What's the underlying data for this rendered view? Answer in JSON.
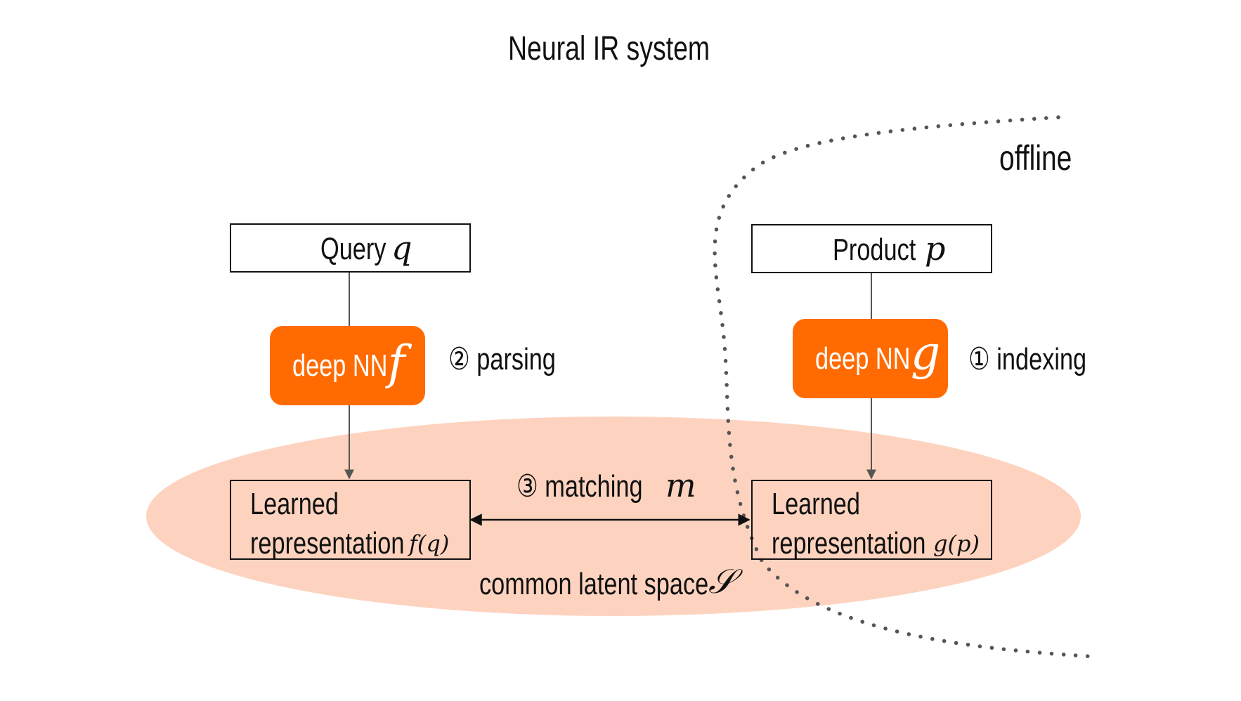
{
  "title": "Neural IR system",
  "offline_label": "offline",
  "query_box": {
    "label": "Query",
    "symbol": "q"
  },
  "product_box": {
    "label": "Product",
    "symbol": "p"
  },
  "nn_query": {
    "label": "deep NN",
    "symbol": "f"
  },
  "nn_product": {
    "label": "deep NN",
    "symbol": "g"
  },
  "step_parsing": "② parsing",
  "step_indexing": "① indexing",
  "step_matching": {
    "label": "③ matching",
    "symbol": "m"
  },
  "rep_query": {
    "line1": "Learned",
    "line2": "representation",
    "symbol": "f(q)"
  },
  "rep_product": {
    "line1": "Learned",
    "line2": "representation",
    "symbol": "g(p)"
  },
  "latent_space": {
    "label": "common latent space",
    "symbol": "𝒮"
  },
  "colors": {
    "ellipse": "#fdd3bf",
    "nn_box": "#ff6b00",
    "line": "#555555",
    "dots": "#555555"
  }
}
